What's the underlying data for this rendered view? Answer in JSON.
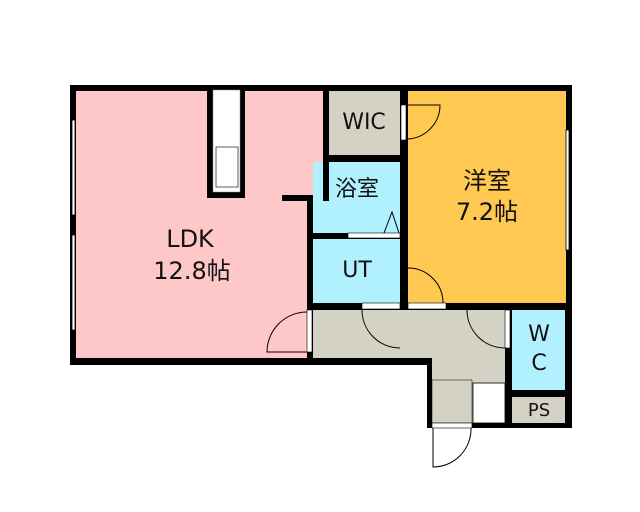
{
  "floorplan": {
    "rooms": {
      "ldk": {
        "name": "LDK",
        "size": "12.8帖"
      },
      "western_room": {
        "name": "洋室",
        "size": "7.2帖"
      },
      "wic": {
        "name": "WIC"
      },
      "bathroom": {
        "name": "浴室"
      },
      "utility": {
        "name": "UT"
      },
      "toilet": {
        "name_line1": "W",
        "name_line2": "C"
      },
      "pipe_space": {
        "name": "PS"
      }
    },
    "colors": {
      "ldk": "#FFC8C8",
      "western_room": "#FFC850",
      "wet_area": "#B0F0FF",
      "storage": "#D4D2C4",
      "wall": "#000000"
    }
  }
}
